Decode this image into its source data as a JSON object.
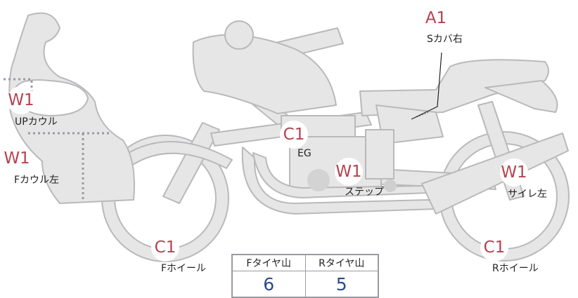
{
  "parts": {
    "s_cover_right": {
      "grade": "A1",
      "label": "Sカバ右"
    },
    "up_cowl": {
      "grade": "W1",
      "label": "UPカウル"
    },
    "f_cowl_left": {
      "grade": "W1",
      "label": "Fカウル左"
    },
    "engine": {
      "grade": "C1",
      "label": "EG"
    },
    "step": {
      "grade": "W1",
      "label": "ステップ"
    },
    "side_left": {
      "grade": "W1",
      "label": "サイレ左"
    },
    "f_wheel": {
      "grade": "C1",
      "label": "Fホイール"
    },
    "r_wheel": {
      "grade": "C1",
      "label": "Rホイール"
    }
  },
  "tread_table": {
    "front_header": "Fタイヤ山",
    "rear_header": "Rタイヤ山",
    "front_value": "6",
    "rear_value": "5"
  },
  "colors": {
    "bike_fill": "#e6e6e6",
    "bike_stroke": "#b9b9bc",
    "grade_text": "#b5424f",
    "value_text": "#2c4a8a"
  }
}
